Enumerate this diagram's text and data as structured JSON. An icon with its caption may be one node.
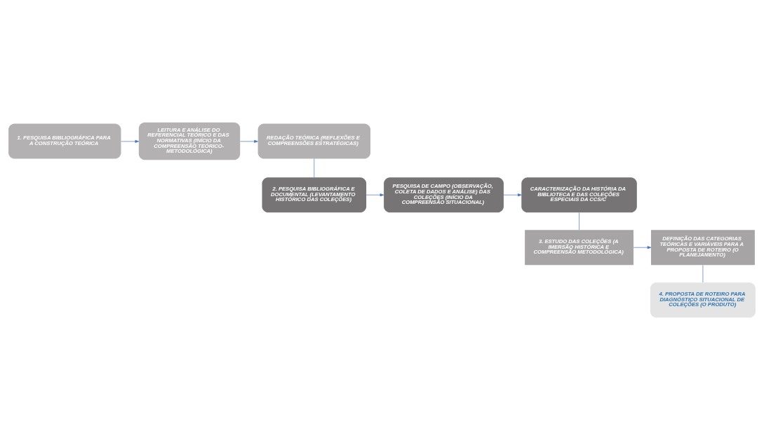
{
  "diagram": {
    "nodes": [
      {
        "text": [
          "1. PESQUISA BIBLIOGRÁFICA PARA A CONSTRUÇÃO TEÓRICA"
        ]
      },
      {
        "text": [
          "LEITURA E ANÁLISE DO REFERENCIAL TEÓRICO E DAS NORMATIVAS (INÍCIO DA COMPREENSÃO TEÓRICO-METODOLÓGICA)"
        ]
      },
      {
        "text": [
          "REDAÇÃO TEÓRICA (REFLEXÕES E COMPREENSÕES ESTRATÉGICAS)"
        ]
      },
      {
        "text": [
          "2. PESQUISA BIBLIOGRÁFICA E DOCUMENTAL (LEVANTAMENTO HISTÓRICO DAS COLEÇÕES)"
        ]
      },
      {
        "text": [
          "PESQUISA DE CAMPO (OBSERVAÇÃO, COLETA DE DADOS E ANÁLISE) DAS COLEÇÕES (INÍCIO DA COMPREENSÃO SITUACIONAL)"
        ]
      },
      {
        "text": [
          "CARACTERIZAÇÃO DA HISTÓRIA DA BIBLIOTECA E DAS COLEÇÕES ESPECIAIS DA CCS/C"
        ]
      },
      {
        "text": [
          "3. ESTUDO DAS COLEÇÕES (A IMERSÃO HISTÓRICA E COMPREENSÃO METODOLÓGICA)"
        ]
      },
      {
        "text": [
          "DEFINIÇÃO DAS CATEGORIAS TEÓRICAS E VARIÁVEIS PARA A PROPOSTA DE ROTEIRO (O PLANEJAMENTO)"
        ]
      },
      {
        "text": [
          "4. PROPOSTA DE ROTEIRO PARA DIAGNÓSTICO SITUACIONAL DE COLEÇÕES (O PRODUTO)"
        ]
      }
    ],
    "edges": [
      {
        "from": 0,
        "to": 1,
        "arrow": "to"
      },
      {
        "from": 1,
        "to": 2,
        "arrow": "to"
      },
      {
        "from": 2,
        "to": 3,
        "arrow": "none"
      },
      {
        "from": 3,
        "to": 4,
        "arrow": "to"
      },
      {
        "from": 4,
        "to": 5,
        "arrow": "to"
      },
      {
        "from": 5,
        "to": 6,
        "arrow": "none"
      },
      {
        "from": 6,
        "to": 7,
        "arrow": "to"
      },
      {
        "from": 7,
        "to": 8,
        "arrow": "none"
      }
    ]
  }
}
